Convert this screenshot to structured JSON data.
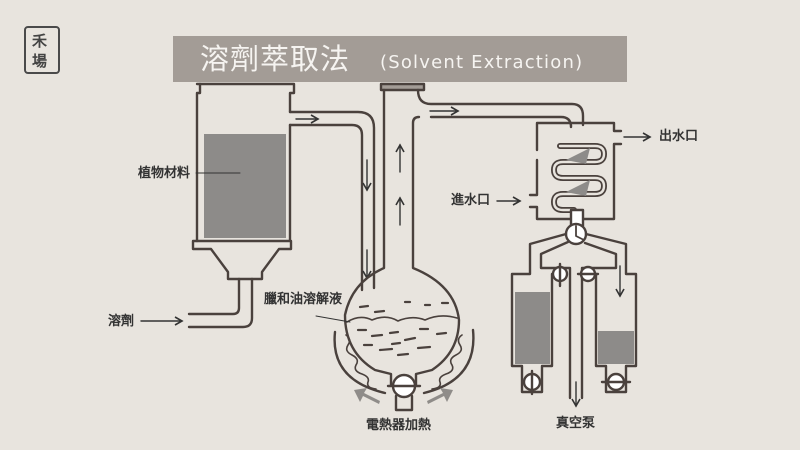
{
  "logo": {
    "line1": "禾",
    "line2": "場",
    "icon": "seal-logo-icon"
  },
  "title": {
    "main": "溶劑萃取法",
    "sub": "(Solvent Extraction)"
  },
  "labels": {
    "plant_material": "植物材料",
    "solvent": "溶劑",
    "wax_oil_solution": "臘和油溶解液",
    "electric_heater": "電熱器加熱",
    "water_outlet": "出水口",
    "water_inlet": "進水口",
    "vacuum_pump": "真空泵"
  },
  "components": [
    "plant-material-column",
    "solvent-inlet-pipe",
    "distillation-flask",
    "heating-mantle",
    "vapor-riser-tube",
    "coil-condenser",
    "three-way-valve",
    "left-collection-vessel",
    "right-collection-vessel",
    "vacuum-line"
  ],
  "colors": {
    "background": "#e8e4de",
    "title_bar": "#a39c96",
    "title_text": "#f6f4f1",
    "line": "#4a413d",
    "fill_material": "#8d8b89",
    "heat_arrow": "#8f8c89"
  },
  "fill_levels": {
    "plant_material_column": 0.78,
    "left_collection_vessel": 0.75,
    "right_collection_vessel": 0.35
  }
}
